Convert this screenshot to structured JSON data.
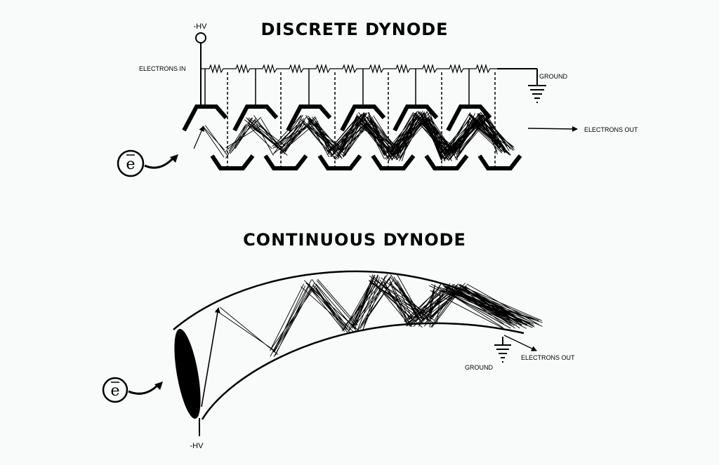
{
  "discrete": {
    "title": "DISCRETE DYNODE",
    "hv_label": "-HV",
    "electrons_in": "ELECTRONS IN",
    "ground": "GROUND",
    "electrons_out": "ELECTRONS OUT",
    "electron_symbol": "e"
  },
  "continuous": {
    "title": "CONTINUOUS DYNODE",
    "hv_label": "-HV",
    "ground": "GROUND",
    "electrons_out": "ELECTRONS OUT",
    "electron_symbol": "e"
  },
  "colors": {
    "ink": "#000000",
    "background": "#f9fafa"
  }
}
